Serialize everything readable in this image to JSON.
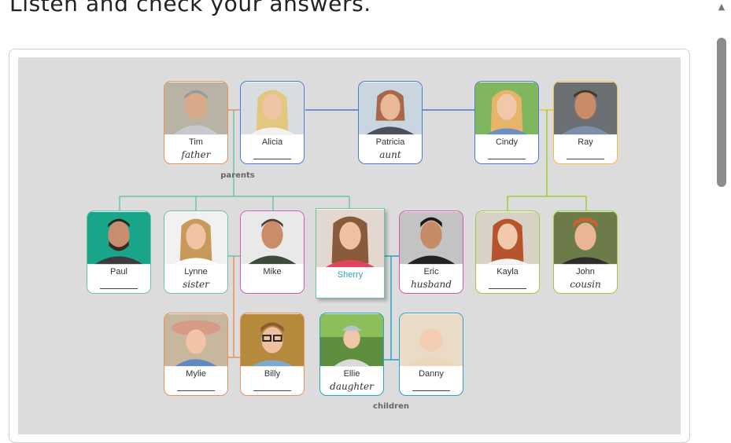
{
  "heading": "Listen and check your answers.",
  "labels": {
    "parents": "parents",
    "children": "children"
  },
  "scroll_up_icon": "triangle-up-icon",
  "colors": {
    "orange": "#e8925a",
    "blue": "#4a7bd0",
    "yellow": "#f0c03a",
    "green": "#6cc4a6",
    "pink": "#d25aa8",
    "teal": "#2aa3c7",
    "lime": "#9ccc3a"
  },
  "family": {
    "tim": {
      "name": "Tim",
      "role": "father"
    },
    "alicia": {
      "name": "Alicia"
    },
    "patricia": {
      "name": "Patricia",
      "role": "aunt"
    },
    "cindy": {
      "name": "Cindy"
    },
    "ray": {
      "name": "Ray"
    },
    "paul": {
      "name": "Paul"
    },
    "lynne": {
      "name": "Lynne",
      "role": "sister"
    },
    "mike": {
      "name": "Mike"
    },
    "sherry": {
      "name": "Sherry"
    },
    "eric": {
      "name": "Eric",
      "role": "husband"
    },
    "kayla": {
      "name": "Kayla"
    },
    "john": {
      "name": "John",
      "role": "cousin"
    },
    "mylie": {
      "name": "Mylie"
    },
    "billy": {
      "name": "Billy"
    },
    "ellie": {
      "name": "Ellie",
      "role": "daughter"
    },
    "danny": {
      "name": "Danny"
    }
  }
}
